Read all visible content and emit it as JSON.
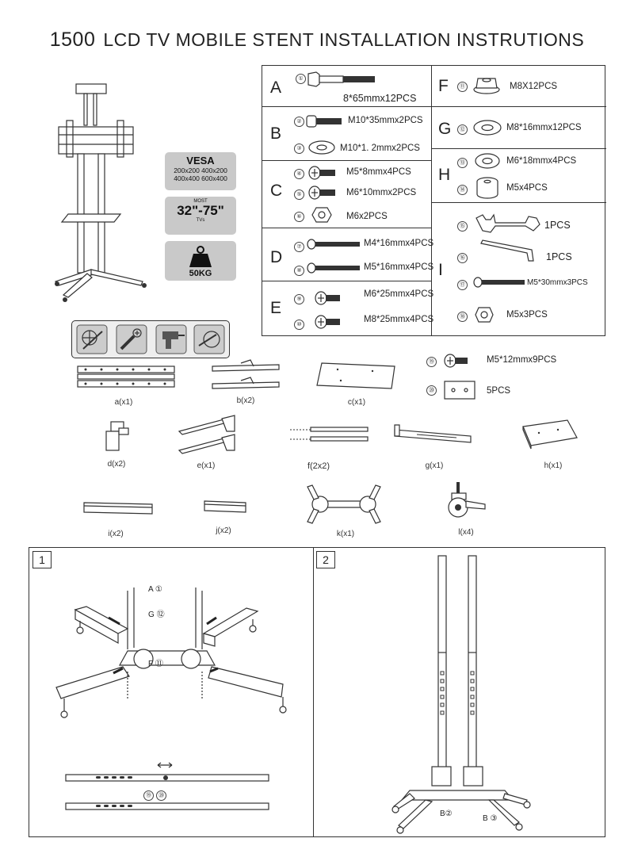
{
  "header": {
    "number": "1500",
    "title": "LCD TV MOBILE STENT INSTALLATION INSTRUTIONS"
  },
  "badges": {
    "vesa_title": "VESA",
    "vesa_line1": "200x200  400x200",
    "vesa_line2": "400x400  600x400",
    "size_top": "MOST",
    "size_main": "32\"-75\"",
    "size_bottom": "TVs",
    "weight": "50KG"
  },
  "hardware": {
    "A": {
      "letter": "A",
      "items": [
        {
          "num": "①",
          "label": "8*65mmx12PCS"
        }
      ]
    },
    "B": {
      "letter": "B",
      "items": [
        {
          "num": "②",
          "label": "M10*35mmx2PCS"
        },
        {
          "num": "③",
          "label": "M10*1. 2mmx2PCS"
        }
      ]
    },
    "C": {
      "letter": "C",
      "items": [
        {
          "num": "④",
          "label": "M5*8mmx4PCS"
        },
        {
          "num": "⑤",
          "label": "M6*10mmx2PCS"
        },
        {
          "num": "⑥",
          "label": "M6x2PCS"
        }
      ]
    },
    "D": {
      "letter": "D",
      "items": [
        {
          "num": "⑦",
          "label": "M4*16mmx4PCS"
        },
        {
          "num": "⑧",
          "label": "M5*16mmx4PCS"
        }
      ]
    },
    "E": {
      "letter": "E",
      "items": [
        {
          "num": "⑨",
          "label": "M6*25mmx4PCS"
        },
        {
          "num": "⑩",
          "label": "M8*25mmx4PCS"
        }
      ]
    },
    "F": {
      "letter": "F",
      "items": [
        {
          "num": "⑪",
          "label": "M8X12PCS"
        }
      ]
    },
    "G": {
      "letter": "G",
      "items": [
        {
          "num": "⑫",
          "label": "M8*16mmx12PCS"
        }
      ]
    },
    "H": {
      "letter": "H",
      "items": [
        {
          "num": "⑬",
          "label": "M6*18mmx4PCS"
        },
        {
          "num": "⑭",
          "label": "M5x4PCS"
        }
      ]
    },
    "I": {
      "letter": "I",
      "items": [
        {
          "num": "⑮",
          "label": "1PCS"
        },
        {
          "num": "⑯",
          "label": "1PCS"
        },
        {
          "num": "⑰",
          "label": "M5*30mmx3PCS"
        },
        {
          "num": "⑱",
          "label": "M5x3PCS"
        }
      ]
    }
  },
  "extra_hardware": [
    {
      "num": "⑲",
      "label": "M5*12mmx9PCS"
    },
    {
      "num": "⑳",
      "label": "5PCS"
    }
  ],
  "parts": {
    "a": "a(x1)",
    "b": "b(x2)",
    "c": "c(x1)",
    "d": "d(x2)",
    "e": "e(x1)",
    "f": "f(2x2)",
    "g": "g(x1)",
    "h": "h(x1)",
    "i": "i(x2)",
    "j": "j(x2)",
    "k": "k(x1)",
    "l": "l(x4)"
  },
  "steps": {
    "step1": {
      "number": "1",
      "callout_a": "A",
      "callout_a_num": "①",
      "callout_g": "G",
      "callout_g_num": "⑫",
      "callout_f": "F",
      "callout_f_num": "⑪",
      "tube_num1": "⑲",
      "tube_num2": "⑳"
    },
    "step2": {
      "number": "2",
      "callout_b1": "B",
      "callout_b1_num": "②",
      "callout_b2": "B",
      "callout_b2_num": "③"
    }
  }
}
